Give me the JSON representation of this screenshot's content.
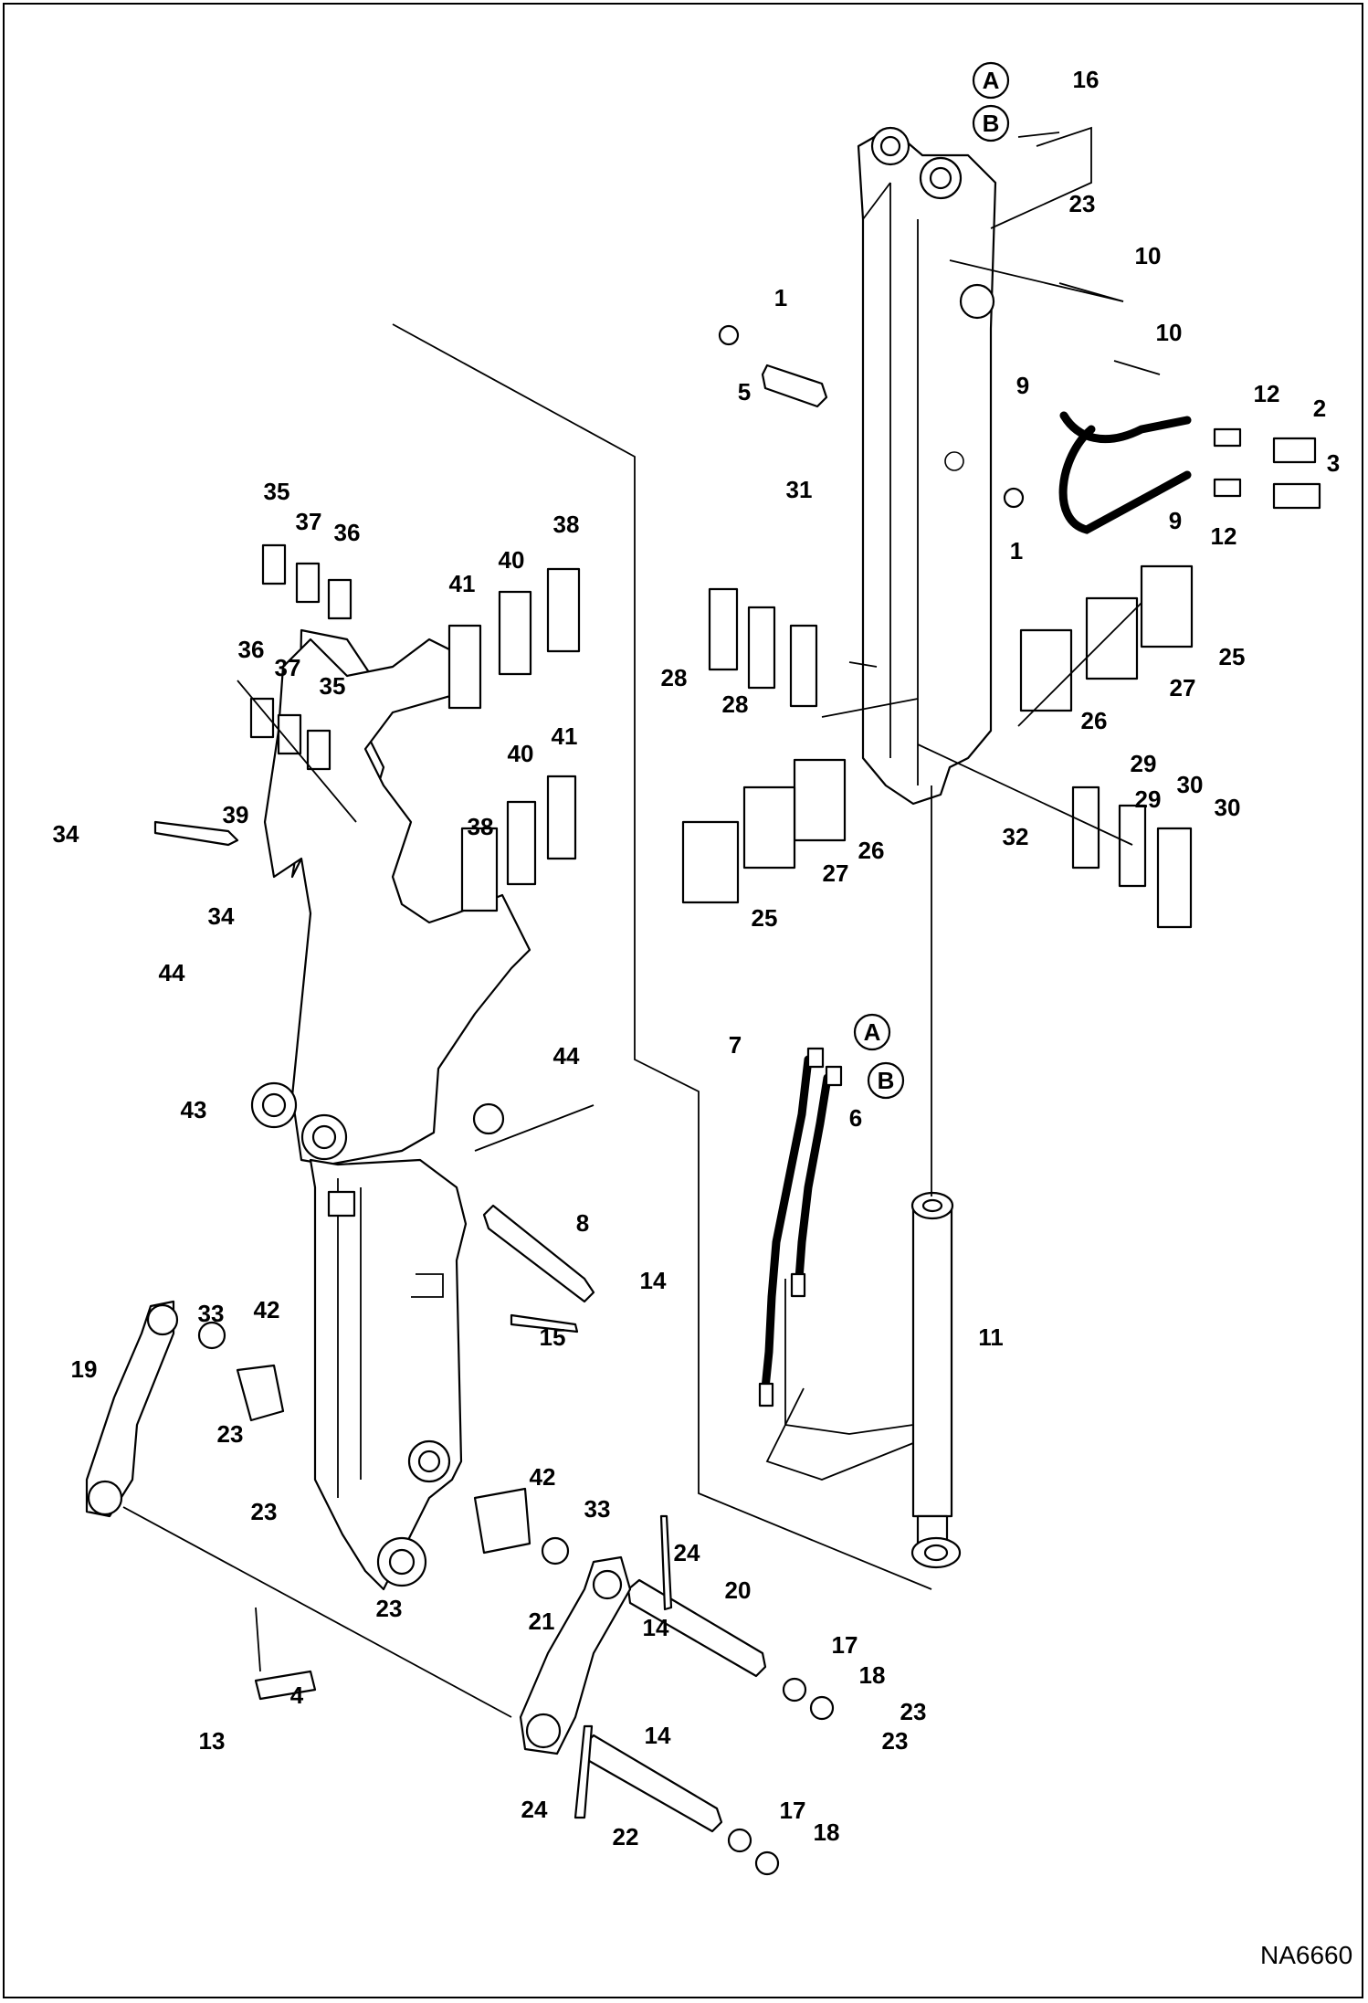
{
  "diagram": {
    "reference_code": "NA6660",
    "circle_markers": [
      "A",
      "B",
      "A",
      "B"
    ],
    "callouts": [
      "1",
      "1",
      "2",
      "3",
      "4",
      "5",
      "6",
      "7",
      "8",
      "9",
      "9",
      "10",
      "10",
      "11",
      "12",
      "12",
      "13",
      "14",
      "14",
      "14",
      "15",
      "16",
      "17",
      "17",
      "18",
      "18",
      "19",
      "20",
      "21",
      "22",
      "23",
      "23",
      "23",
      "23",
      "23",
      "23",
      "24",
      "24",
      "25",
      "25",
      "26",
      "26",
      "27",
      "27",
      "28",
      "28",
      "29",
      "29",
      "30",
      "30",
      "31",
      "32",
      "33",
      "33",
      "34",
      "34",
      "35",
      "35",
      "36",
      "36",
      "37",
      "37",
      "38",
      "38",
      "39",
      "40",
      "40",
      "41",
      "41",
      "42",
      "42",
      "43",
      "44",
      "44"
    ]
  }
}
